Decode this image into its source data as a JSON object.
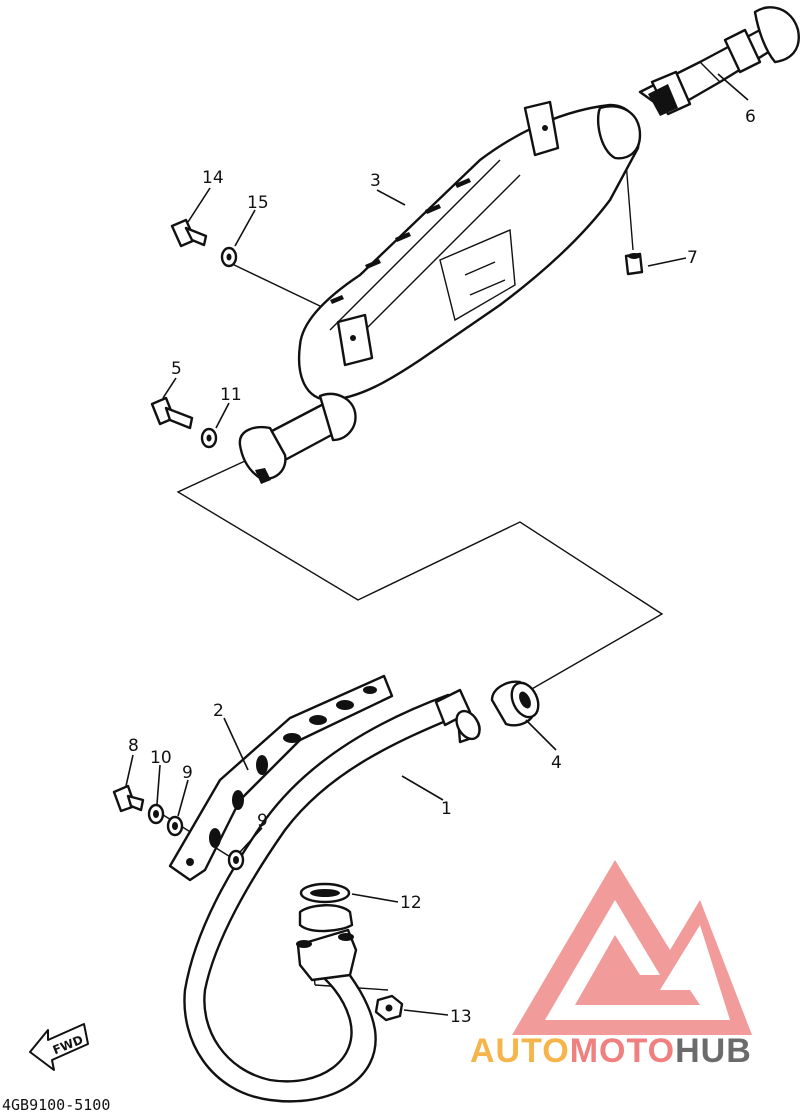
{
  "diagram": {
    "parts": [
      {
        "id": "p1",
        "label": "1"
      },
      {
        "id": "p2",
        "label": "2"
      },
      {
        "id": "p3",
        "label": "3"
      },
      {
        "id": "p4",
        "label": "4"
      },
      {
        "id": "p5",
        "label": "5"
      },
      {
        "id": "p6",
        "label": "6"
      },
      {
        "id": "p7",
        "label": "7"
      },
      {
        "id": "p8",
        "label": "8"
      },
      {
        "id": "p9a",
        "label": "9"
      },
      {
        "id": "p9b",
        "label": "9"
      },
      {
        "id": "p10",
        "label": "10"
      },
      {
        "id": "p11",
        "label": "11"
      },
      {
        "id": "p12",
        "label": "12"
      },
      {
        "id": "p13",
        "label": "13"
      },
      {
        "id": "p14",
        "label": "14"
      },
      {
        "id": "p15",
        "label": "15"
      }
    ],
    "direction_label": "FWD",
    "drawing_code": "4GB9100-5100"
  },
  "watermark": {
    "text_part1": "AUTO",
    "text_part2": "MOTO",
    "text_part3": "HUB",
    "colors": {
      "logo": "#f08a8a",
      "part1": "#f5b54a",
      "part2": "#f08080",
      "part3": "#6b6b6b"
    }
  }
}
